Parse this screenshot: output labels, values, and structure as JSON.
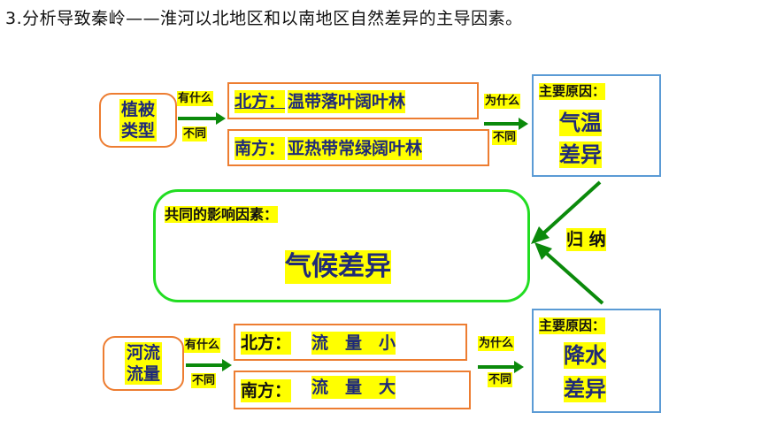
{
  "title": "3.分析导致秦岭——淮河以北地区和以南地区自然差异的主导因素。",
  "top": {
    "category": [
      "植被",
      "类型"
    ],
    "q_upper": "有什么",
    "q_lower": "不同",
    "north_label": "北方：",
    "north_value": "温带落叶阔叶林",
    "south_label": "南方：",
    "south_value": "亚热带常绿阔叶林",
    "why_upper": "为什么",
    "why_lower": "不同",
    "reason_head": "主要原因：",
    "reason_line1": "气温",
    "reason_line2": "差异"
  },
  "center": {
    "head": "共同的影响因素：",
    "main": "气候差异",
    "summary": "归 纳"
  },
  "bottom": {
    "category": [
      "河流",
      "流量"
    ],
    "q_upper": "有什么",
    "q_lower": "不同",
    "north_label": "北方：",
    "north_value": "流　量　小",
    "south_label": "南方：",
    "south_value": "流　量　大",
    "why_upper": "为什么",
    "why_lower": "不同",
    "reason_head": "主要原因：",
    "reason_line1": "降水",
    "reason_line2": "差异"
  },
  "colors": {
    "highlight": "#ffff00",
    "text_blue": "#1f2a78",
    "orange_border": "#ed7d31",
    "blue_border": "#5b9bd5",
    "green_border": "#22dd22",
    "arrow_green": "#0b8a0b"
  }
}
